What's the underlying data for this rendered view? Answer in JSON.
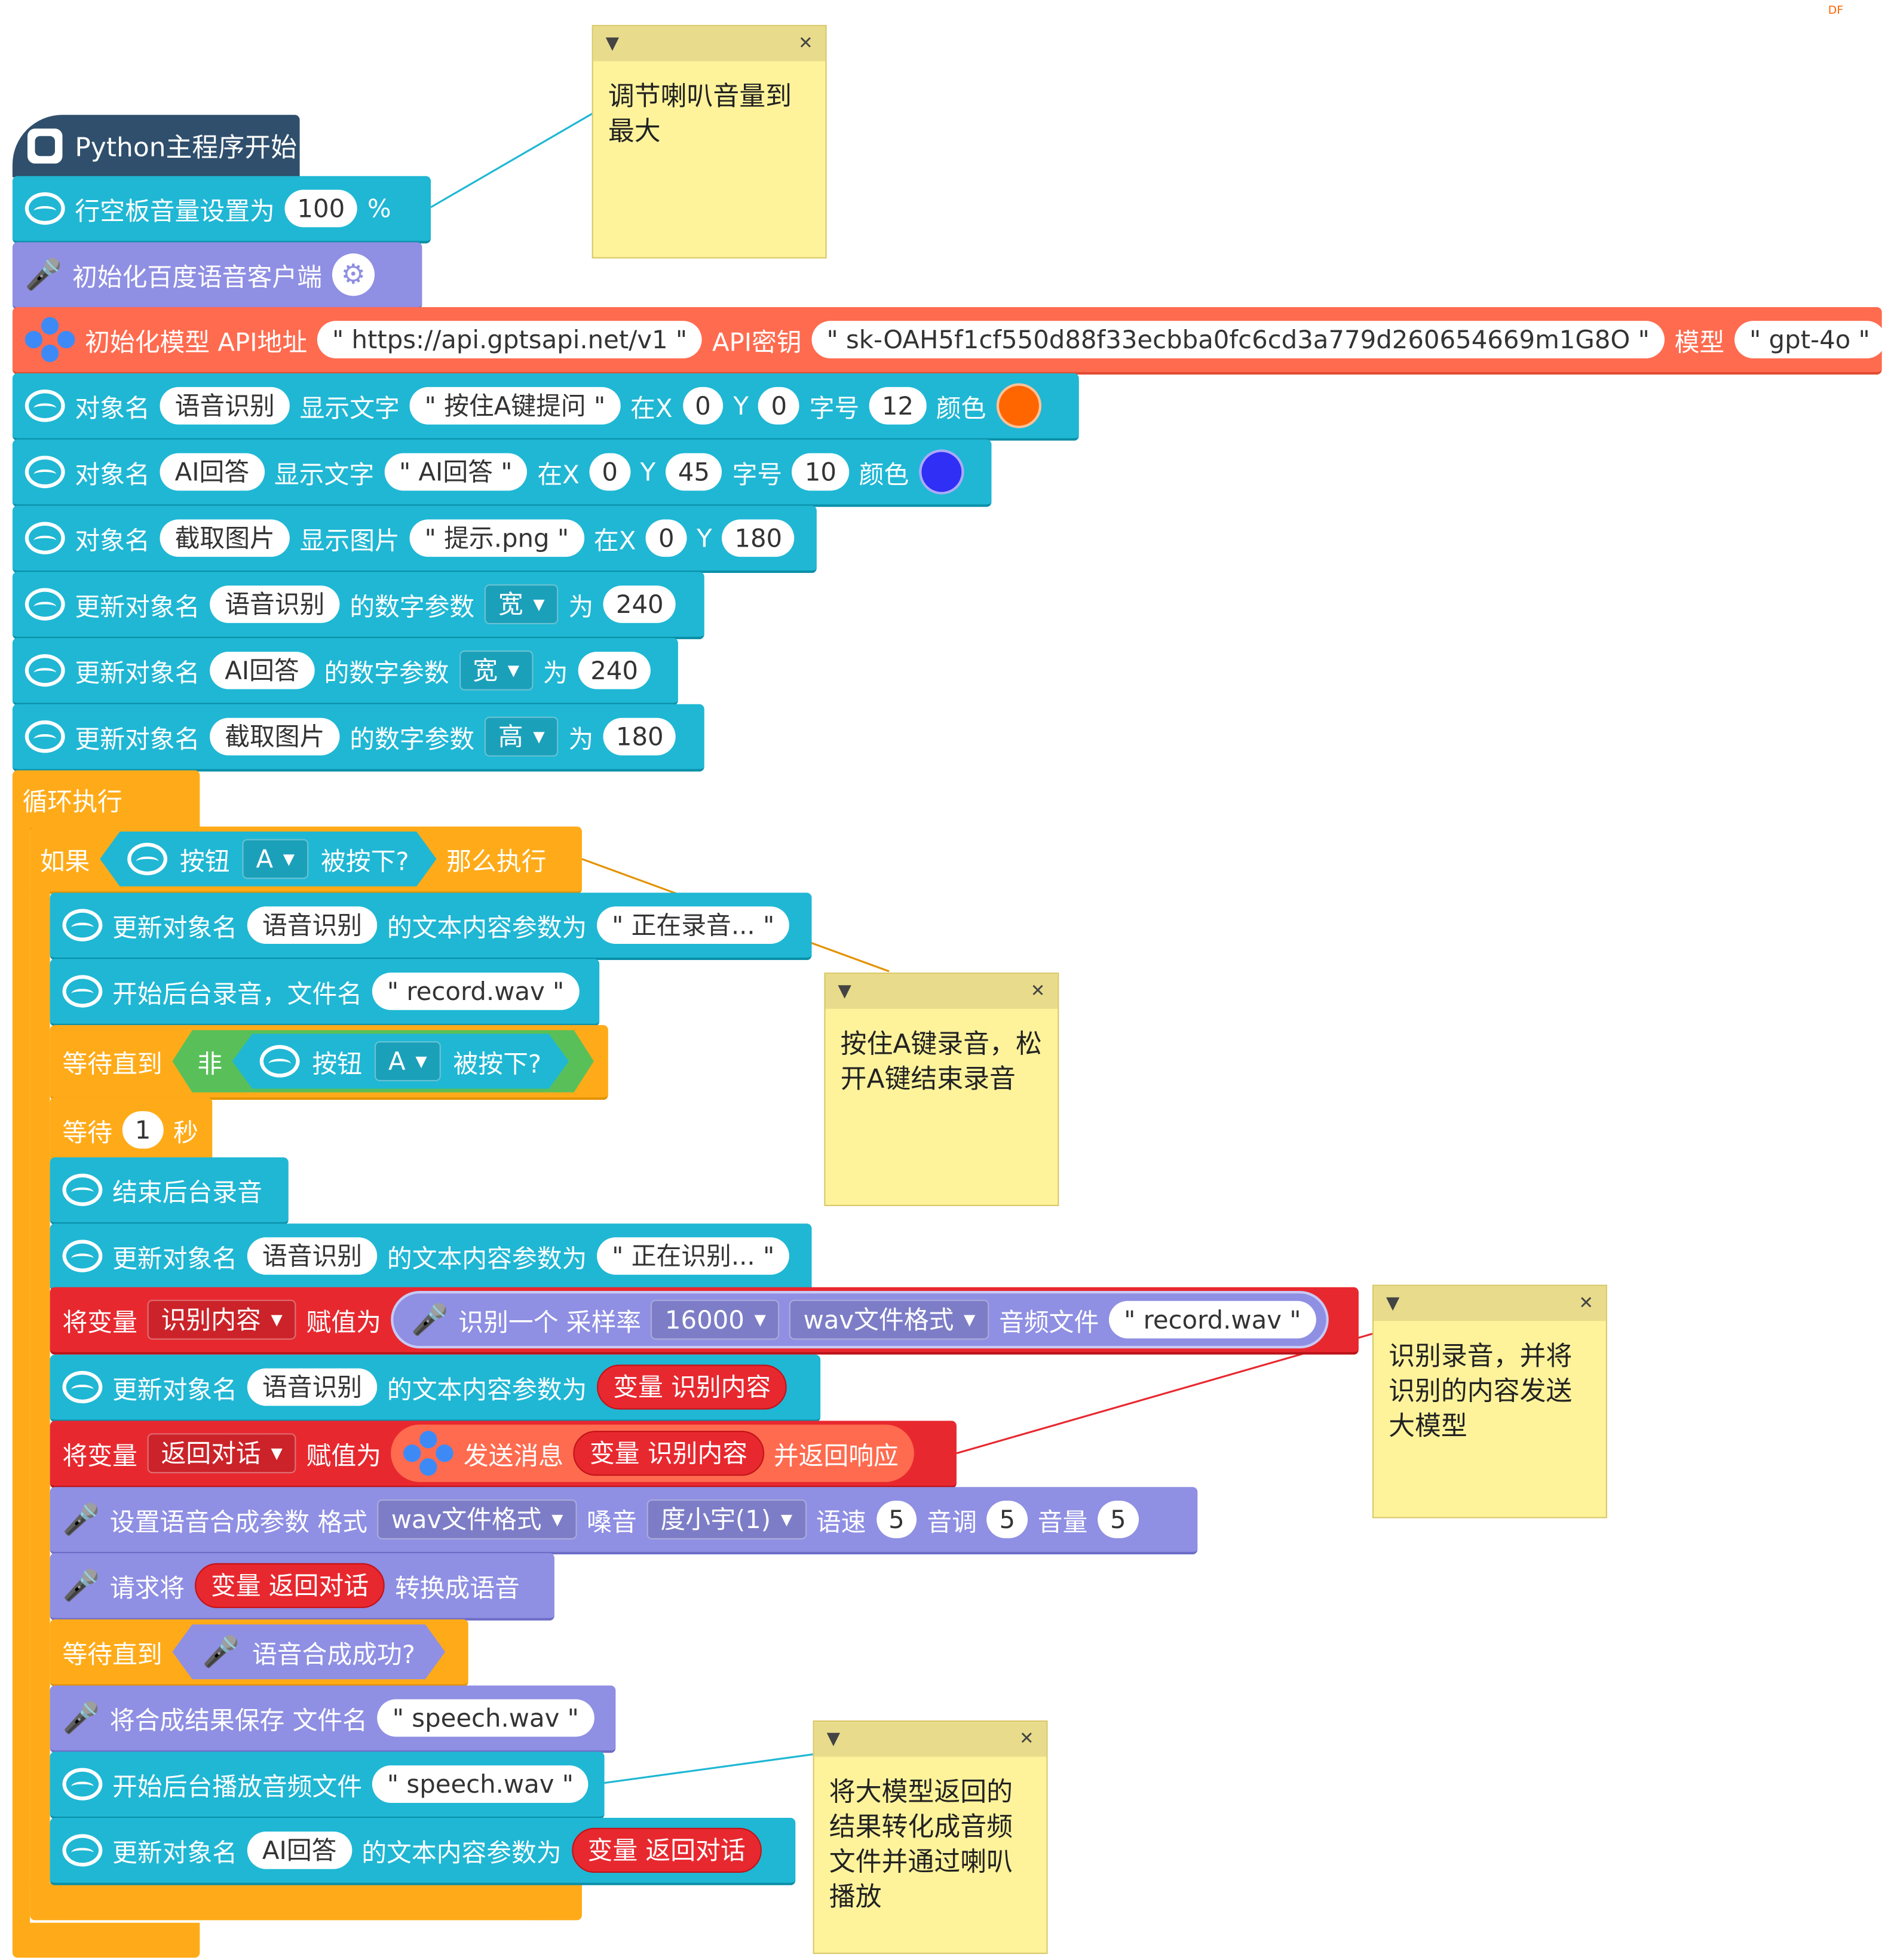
{
  "corner_mark": "DF",
  "hat": {
    "label": "Python主程序开始"
  },
  "b1": {
    "label": "行空板音量设置为",
    "value": "100",
    "unit": "%"
  },
  "b2": {
    "label": "初始化百度语音客户端"
  },
  "b3": {
    "label": "初始化模型 API地址",
    "url": "\" https://api.gptsapi.net/v1 \"",
    "key_label": "API密钥",
    "key": "\" sk-OAH5f1cf550d88f33ecbba0fc6cd3a779d260654669m1G8O \"",
    "model_label": "模型",
    "model": "\" gpt-4o \""
  },
  "b4": {
    "obj": "对象名",
    "name": "语音识别",
    "show": "显示文字",
    "text": "\" 按住A键提问 \"",
    "x_label": "在X",
    "x": "0",
    "y_label": "Y",
    "y": "0",
    "size_label": "字号",
    "size": "12",
    "color_label": "颜色",
    "color": "#ff6600"
  },
  "b5": {
    "obj": "对象名",
    "name": "AI回答",
    "show": "显示文字",
    "text": "\" AI回答 \"",
    "x_label": "在X",
    "x": "0",
    "y_label": "Y",
    "y": "45",
    "size_label": "字号",
    "size": "10",
    "color_label": "颜色",
    "color": "#2f2ff5"
  },
  "b6": {
    "obj": "对象名",
    "name": "截取图片",
    "show": "显示图片",
    "text": "\" 提示.png \"",
    "x_label": "在X",
    "x": "0",
    "y_label": "Y",
    "y": "180"
  },
  "b7": {
    "upd": "更新对象名",
    "name": "语音识别",
    "param": "的数字参数",
    "dd": "宽",
    "to": "为",
    "val": "240"
  },
  "b8": {
    "upd": "更新对象名",
    "name": "AI回答",
    "param": "的数字参数",
    "dd": "宽",
    "to": "为",
    "val": "240"
  },
  "b9": {
    "upd": "更新对象名",
    "name": "截取图片",
    "param": "的数字参数",
    "dd": "高",
    "to": "为",
    "val": "180"
  },
  "loop": {
    "label": "循环执行"
  },
  "if": {
    "label": "如果",
    "btn": "按钮",
    "dd": "A",
    "pressed": "被按下?",
    "then": "那么执行"
  },
  "c1": {
    "upd": "更新对象名",
    "name": "语音识别",
    "param": "的文本内容参数为",
    "val": "\" 正在录音... \""
  },
  "c2": {
    "label": "开始后台录音，文件名",
    "val": "\" record.wav \""
  },
  "c3": {
    "label": "等待直到",
    "not": "非",
    "btn": "按钮",
    "dd": "A",
    "pressed": "被按下?"
  },
  "c4": {
    "label": "等待",
    "val": "1",
    "unit": "秒"
  },
  "c5": {
    "label": "结束后台录音"
  },
  "c6": {
    "upd": "更新对象名",
    "name": "语音识别",
    "param": "的文本内容参数为",
    "val": "\" 正在识别... \""
  },
  "c7": {
    "set": "将变量",
    "var": "识别内容",
    "assign": "赋值为",
    "rec": "识别一个 采样率",
    "rate": "16000",
    "fmt": "wav文件格式",
    "file_label": "音频文件",
    "file": "\" record.wav \""
  },
  "c8": {
    "upd": "更新对象名",
    "name": "语音识别",
    "param": "的文本内容参数为",
    "var_prefix": "变量",
    "var": "识别内容"
  },
  "c9": {
    "set": "将变量",
    "var": "返回对话",
    "assign": "赋值为",
    "send": "发送消息",
    "var_prefix": "变量",
    "msg": "识别内容",
    "ret": "并返回响应"
  },
  "c10": {
    "label": "设置语音合成参数 格式",
    "fmt": "wav文件格式",
    "voice_label": "嗓音",
    "voice": "度小宇(1)",
    "speed_label": "语速",
    "speed": "5",
    "pitch_label": "音调",
    "pitch": "5",
    "vol_label": "音量",
    "vol": "5"
  },
  "c11": {
    "label": "请求将",
    "var_prefix": "变量",
    "var": "返回对话",
    "conv": "转换成语音"
  },
  "c12": {
    "label": "等待直到",
    "cond": "语音合成成功?"
  },
  "c13": {
    "label": "将合成结果保存 文件名",
    "val": "\" speech.wav \""
  },
  "c14": {
    "label": "开始后台播放音频文件",
    "val": "\" speech.wav \""
  },
  "c15": {
    "upd": "更新对象名",
    "name": "AI回答",
    "param": "的文本内容参数为",
    "var_prefix": "变量",
    "var": "返回对话"
  },
  "notes": [
    {
      "text": "调节喇叭音量到最大"
    },
    {
      "text": "按住A键录音，松开A键结束录音"
    },
    {
      "text": "识别录音，并将识别的内容发送大模型"
    },
    {
      "text": "将大模型返回的结果转化成音频文件并通过喇叭播放"
    }
  ],
  "colors": {
    "cyan": "#1fb7d4",
    "purple": "#8f8fe3",
    "red": "#ff6b4f",
    "var": "#e8282f",
    "orange": "#ffab19",
    "green": "#59c059",
    "hat": "#2f4f6c",
    "note": "#fef39b"
  }
}
